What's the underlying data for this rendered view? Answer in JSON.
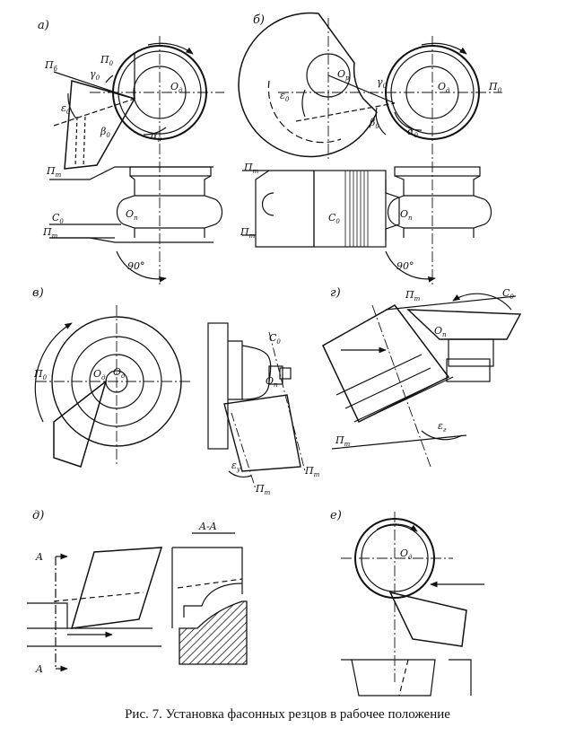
{
  "caption": "Рис. 7. Установка фасонных резцов в рабочее положение",
  "panels": {
    "a": {
      "tag": "а)",
      "labels": {
        "P0": "П",
        "P0_sub": "0",
        "Pb": "П",
        "Pb_sub": "б",
        "gamma": "γ",
        "gamma_sub": "0",
        "eps": "ε",
        "eps_sub": "0",
        "beta": "β",
        "beta_sub": "0",
        "alpha": "α",
        "alpha_sub": "0",
        "Od": "O",
        "Od_sub": "д",
        "Pt1": "П",
        "Pt1_sub": "т",
        "C0": "C",
        "C0_sub": "0",
        "Op": "O",
        "Op_sub": "п",
        "Pt2": "П",
        "Pt2_sub": "т",
        "angle": "90°"
      }
    },
    "b": {
      "tag": "б)",
      "labels": {
        "Or": "O",
        "Or_sub": "р",
        "eps": "ε",
        "eps_sub": "0",
        "gamma": "γ",
        "gamma_sub": "0",
        "Od": "O",
        "Od_sub": "д",
        "P0": "П",
        "P0_sub": "0",
        "beta": "β",
        "beta_sub": "0",
        "alpha": "α",
        "alpha_sub": "0",
        "Pt1": "П",
        "Pt1_sub": "т",
        "C0": "C",
        "C0_sub": "0",
        "Op": "O",
        "Op_sub": "п",
        "Pt2": "П",
        "Pt2_sub": "т",
        "angle": "90°"
      }
    },
    "c": {
      "tag": "в)",
      "labels": {
        "P0": "П",
        "P0_sub": "0",
        "Od1": "O",
        "Od1_sub": "д",
        "Od2": "O",
        "Od2_sub": "д",
        "C0": "C",
        "C0_sub": "0",
        "Op": "O",
        "Op_sub": "п",
        "eps": "ε",
        "eps_sub": "у",
        "Pt1": "П",
        "Pt1_sub": "т",
        "Pt2": "П",
        "Pt2_sub": "т"
      }
    },
    "d": {
      "tag": "г)",
      "labels": {
        "Pt1": "П",
        "Pt1_sub": "т",
        "C0": "C",
        "C0_sub": "0",
        "Op": "O",
        "Op_sub": "п",
        "Pt2": "П",
        "Pt2_sub": "т",
        "eps": "ε",
        "eps_sub": "г"
      }
    },
    "e": {
      "tag": "д)",
      "section": "A-A",
      "labels": {
        "A_top": "A",
        "A_bottom": "A"
      }
    },
    "f": {
      "tag": "е)",
      "labels": {
        "Od": "O",
        "Od_sub": "д"
      }
    }
  },
  "colors": {
    "ink": "#111111",
    "paper": "#ffffff"
  }
}
